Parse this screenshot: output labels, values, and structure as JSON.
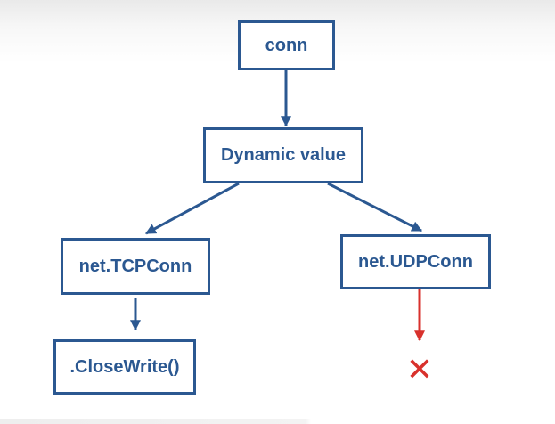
{
  "diagram": {
    "nodes": {
      "conn": "conn",
      "dynamic_value": "Dynamic value",
      "tcp": "net.TCPConn",
      "udp": "net.UDPConn",
      "close_write": ".CloseWrite()"
    },
    "not_allowed_symbol": "✕",
    "colors": {
      "box": "#2b5891",
      "arrow": "#2b5891",
      "not_allowed": "#d8312c"
    }
  }
}
